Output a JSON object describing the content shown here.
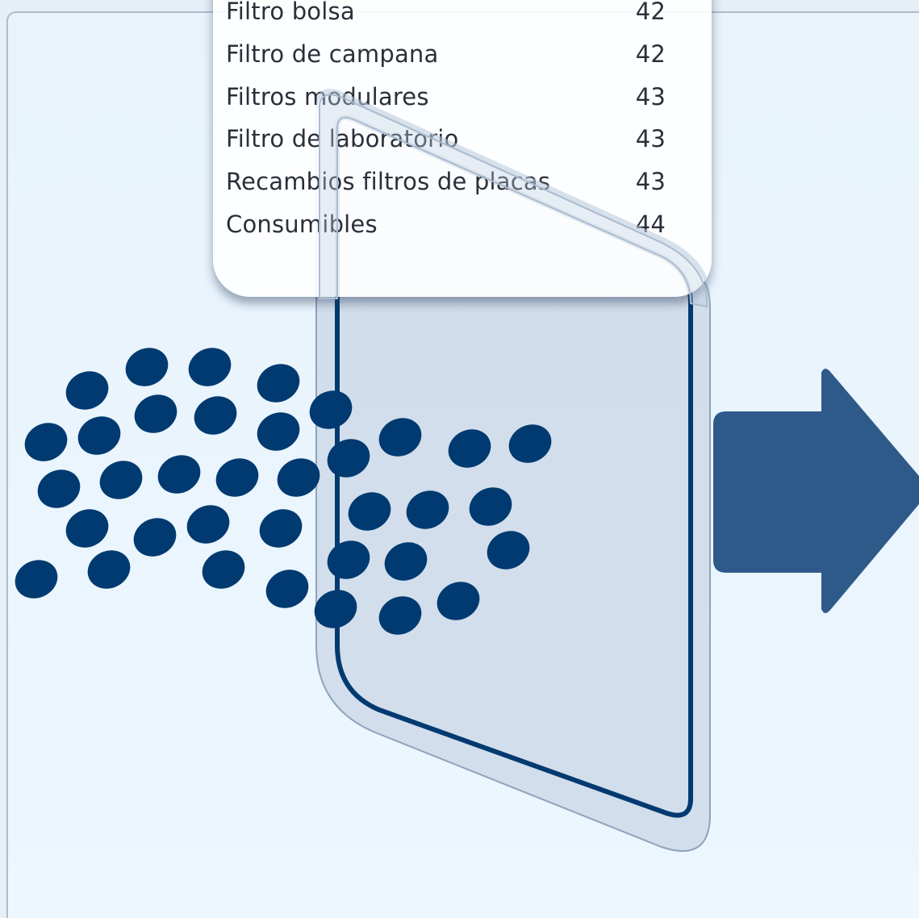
{
  "toc": {
    "items": [
      {
        "label": "Filtro bolsa",
        "page": "42"
      },
      {
        "label": "Filtro de campana",
        "page": "42"
      },
      {
        "label": "Filtros modulares",
        "page": "43"
      },
      {
        "label": "Filtro de laboratorio",
        "page": "43"
      },
      {
        "label": "Recambios filtros de placas",
        "page": "43"
      },
      {
        "label": "Consumibles",
        "page": "44"
      }
    ]
  },
  "colors": {
    "particle": "#003a70",
    "arrow": "#2e5a8a",
    "filter_fill": "#d6e0ec",
    "filter_stroke": "#003a70",
    "panel_bg": "#e8f3fc"
  },
  "icons": {
    "particles": "particle-dots-icon",
    "filter": "filter-panel-icon",
    "arrow": "right-arrow-icon"
  }
}
